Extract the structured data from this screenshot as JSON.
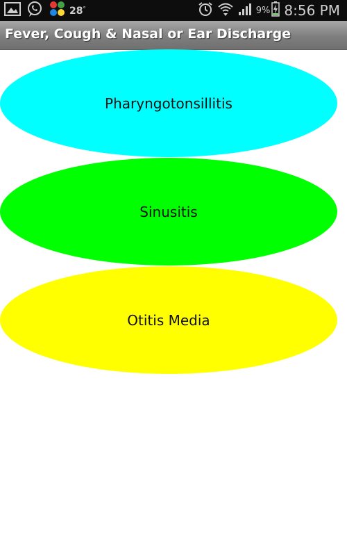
{
  "status_bar": {
    "icons_left": [
      "gallery-icon",
      "whatsapp-icon",
      "weather-app-icon"
    ],
    "temperature": "28",
    "temperature_unit": "°",
    "icons_right": [
      "alarm-icon",
      "wifi-icon",
      "signal-icon",
      "battery-icon"
    ],
    "battery_percent": "9%",
    "time": "8:56 PM"
  },
  "app": {
    "title": "Fever, Cough & Nasal or Ear Discharge"
  },
  "options": [
    {
      "label": "Pharyngotonsillitis",
      "color": "#00ffff"
    },
    {
      "label": "Sinusitis",
      "color": "#00ff00"
    },
    {
      "label": "Otitis Media",
      "color": "#ffff00"
    }
  ]
}
